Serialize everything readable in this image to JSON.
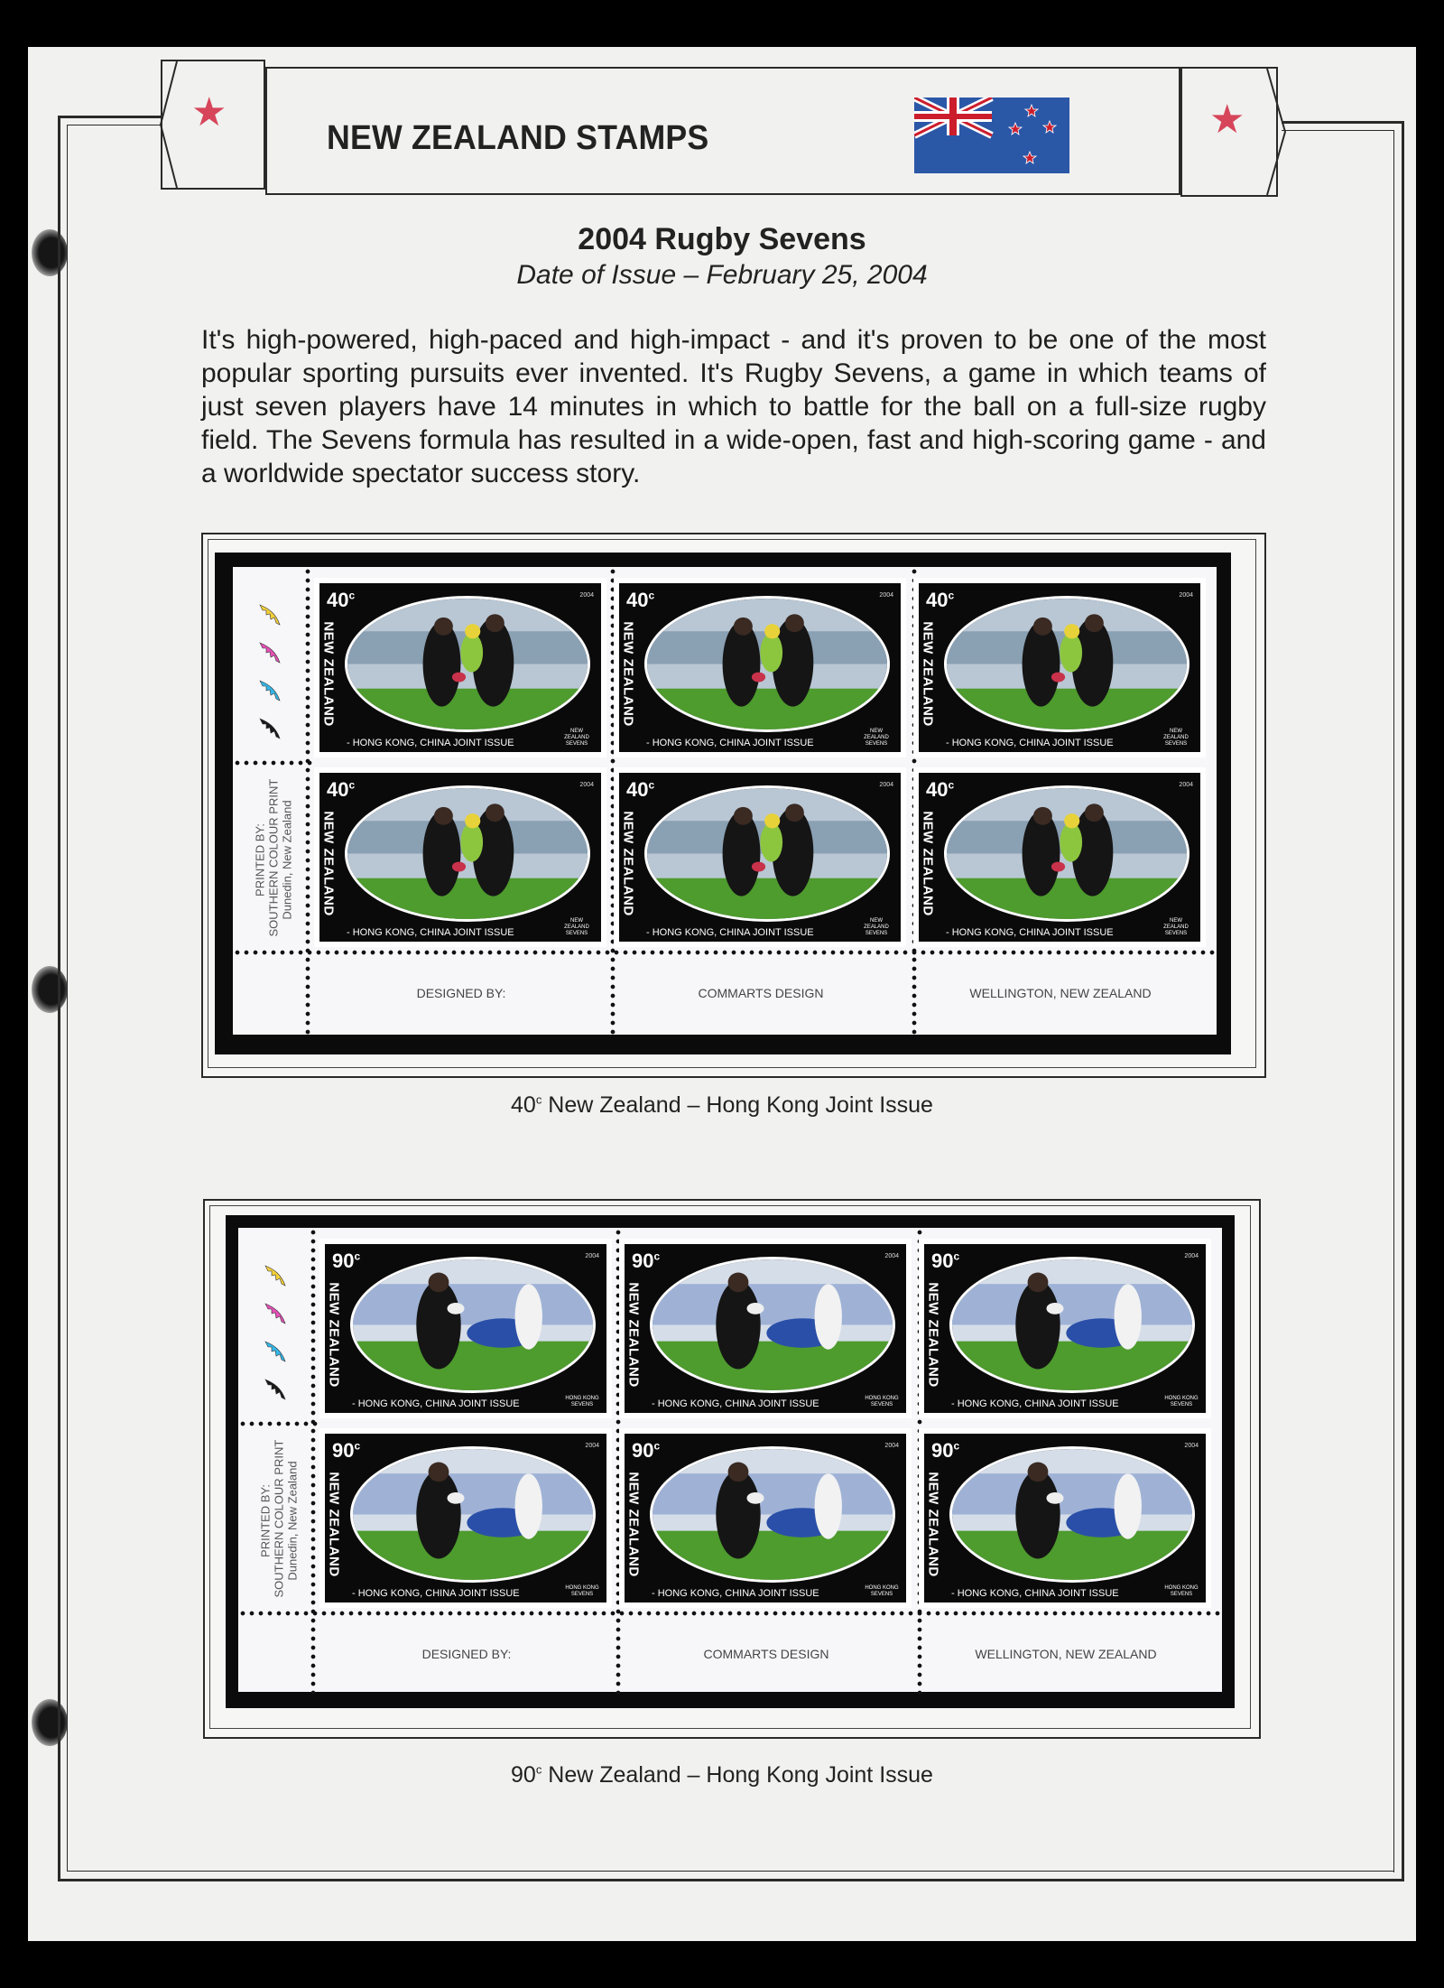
{
  "header": {
    "title": "NEW ZEALAND STAMPS",
    "flag_icon": "new-zealand-flag-icon",
    "star_icon": "star-icon",
    "colors": {
      "star": "#d6455a",
      "flag_blue": "#2b57a7",
      "flag_red": "#cc1d2c"
    }
  },
  "issue": {
    "title": "2004 Rugby Sevens",
    "date_line": "Date of Issue – February 25, 2004",
    "description": "It's high-powered, high-paced and high-impact - and it's proven to be one of the most popular sporting pursuits ever invented. It's Rugby Sevens, a game in which teams of just seven players have 14 minutes in which to battle for the ball on a full-size rugby field. The Sevens formula has resulted in a wide-open, fast and high-scoring game - and a worldwide spectator success story."
  },
  "blocks": [
    {
      "stamp": {
        "value": "40",
        "cent": "c",
        "year": "2004",
        "country": "NEW ZEALAND",
        "joint_text": "- HONG KONG, CHINA JOINT ISSUE",
        "logo_text": "NEW ZEALAND SEVENS"
      },
      "margin": {
        "printed_by": [
          "PRINTED BY:",
          "SOUTHERN COLOUR PRINT",
          "Dunedin, New Zealand"
        ],
        "designer": [
          "DESIGNED BY:",
          "COMMARTS DESIGN",
          "WELLINGTON, NEW ZEALAND"
        ]
      },
      "caption": {
        "value": "40",
        "cent": "c",
        "text": "New Zealand – Hong Kong Joint Issue"
      }
    },
    {
      "stamp": {
        "value": "90",
        "cent": "c",
        "year": "2004",
        "country": "NEW ZEALAND",
        "joint_text": "- HONG KONG, CHINA JOINT ISSUE",
        "logo_text": "HONG KONG SEVENS"
      },
      "margin": {
        "printed_by": [
          "PRINTED BY:",
          "SOUTHERN COLOUR PRINT",
          "Dunedin, New Zealand"
        ],
        "designer": [
          "DESIGNED BY:",
          "COMMARTS DESIGN",
          "WELLINGTON, NEW ZEALAND"
        ]
      },
      "caption": {
        "value": "90",
        "cent": "c",
        "text": "New Zealand – Hong Kong Joint Issue"
      }
    }
  ],
  "fern_colors": [
    "#f2d03a",
    "#e44fb5",
    "#35b6e6",
    "#1a1a1a"
  ]
}
